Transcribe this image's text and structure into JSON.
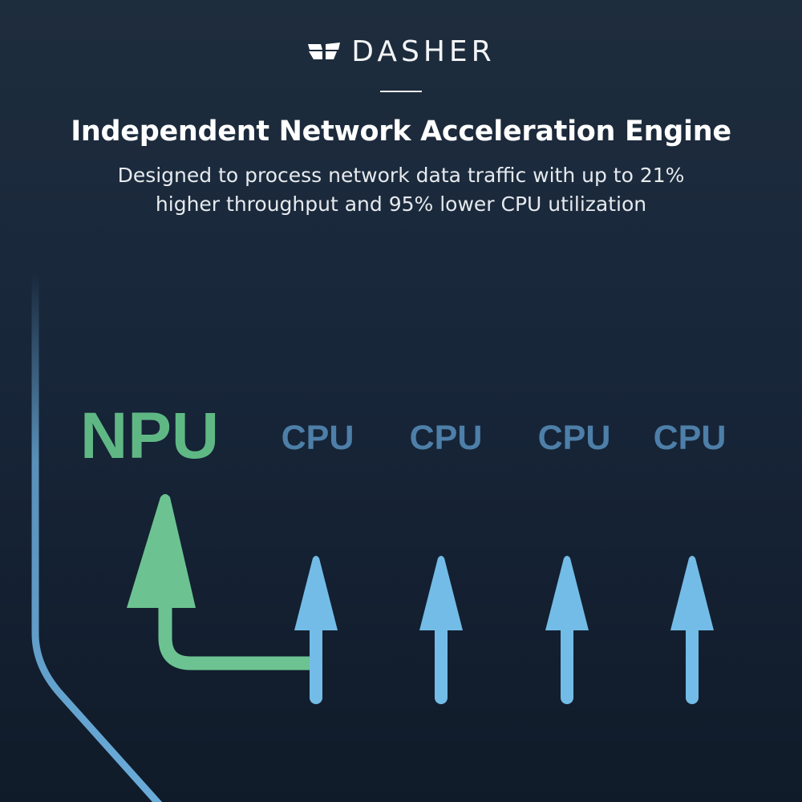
{
  "brand": {
    "logo_icon": "dasher-wing-logo-icon",
    "name": "DASHER"
  },
  "headline": "Independent Network Acceleration Engine",
  "subheadline": {
    "line1": "Designed to process network data traffic with up to 21%",
    "line2": "higher throughput and 95% lower CPU utilization"
  },
  "diagram": {
    "npu_label": "NPU",
    "cpu_labels": [
      "CPU",
      "CPU",
      "CPU",
      "CPU"
    ],
    "colors": {
      "npu_green": "#6cc391",
      "cpu_blue": "#73bce7",
      "cpu_label": "#4d7fa8",
      "lane_blue": "#6fb4e4"
    }
  }
}
